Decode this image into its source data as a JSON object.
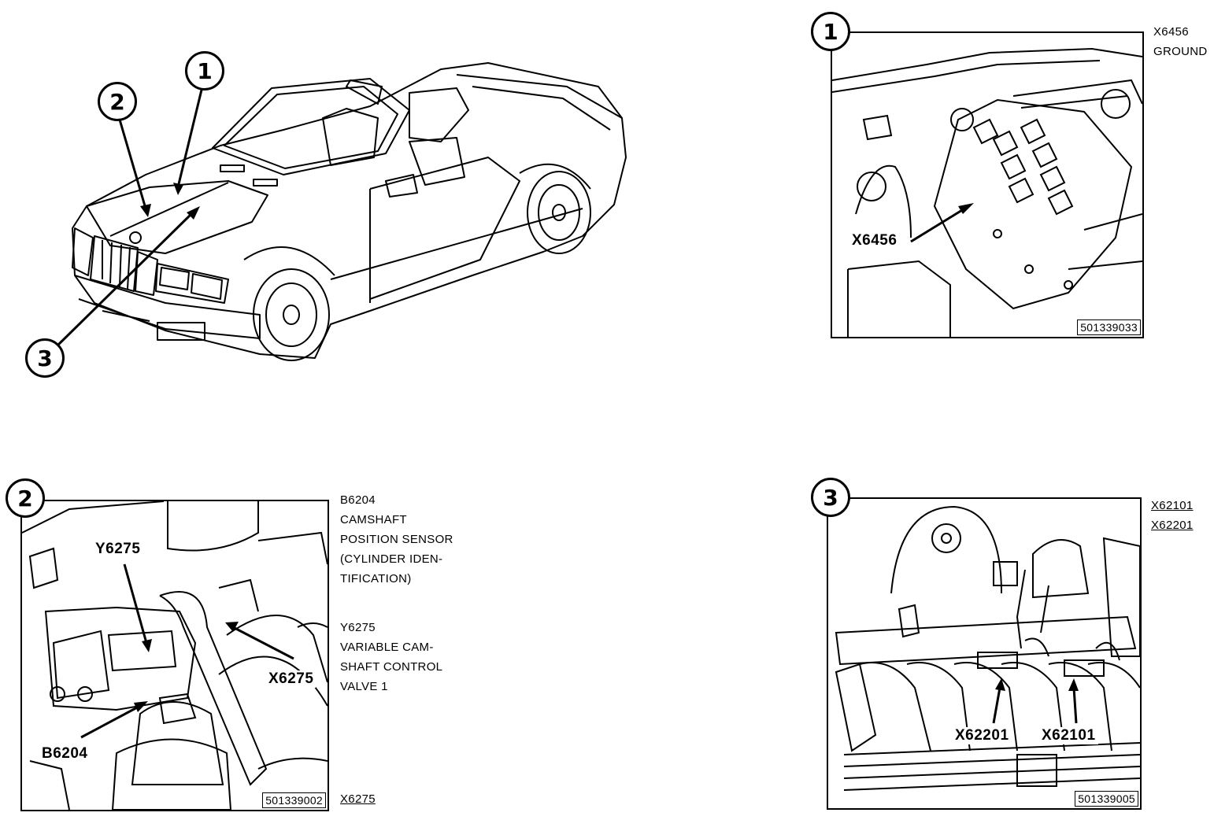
{
  "car": {
    "labels": [
      "1",
      "2",
      "3"
    ]
  },
  "panel1": {
    "number": "1",
    "callout": "X6456",
    "fig_id": "501339033",
    "legend": [
      "X6456",
      "GROUND"
    ]
  },
  "panel2": {
    "number": "2",
    "callouts": [
      "Y6275",
      "X6275",
      "B6204"
    ],
    "fig_id": "501339002",
    "legend_b6204": [
      "B6204",
      "CAMSHAFT",
      "POSITION SENSOR",
      "(CYLINDER IDEN-",
      "TIFICATION)"
    ],
    "legend_y6275": [
      "Y6275",
      "VARIABLE CAM-",
      "SHAFT CONTROL",
      "VALVE 1"
    ],
    "legend_bottom": "X6275"
  },
  "panel3": {
    "number": "3",
    "callouts": [
      "X62201",
      "X62101"
    ],
    "fig_id": "501339005",
    "legend": [
      "X62101",
      "X62201"
    ]
  }
}
